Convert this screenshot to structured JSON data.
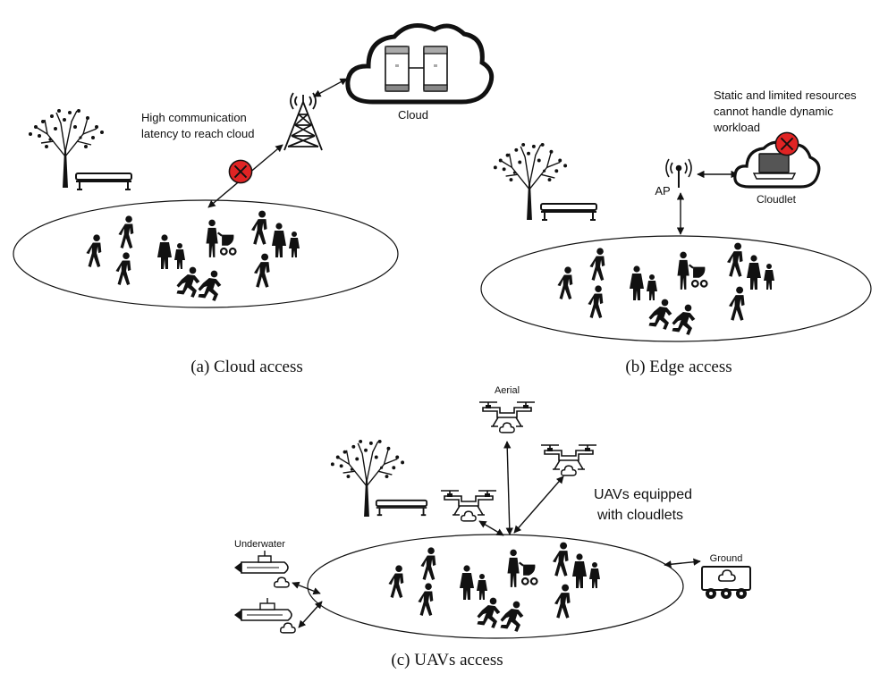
{
  "panels": {
    "cloud": {
      "caption": "(a) Cloud access",
      "cloud_label": "Cloud",
      "latency_line1": "High communication",
      "latency_line2": "latency to reach cloud"
    },
    "edge": {
      "caption": "(b) Edge access",
      "ap_label": "AP",
      "cloudlet_label": "Cloudlet",
      "resources_line1": "Static and limited resources",
      "resources_line2": "cannot handle dynamic",
      "resources_line3": "workload"
    },
    "uav": {
      "caption": "(c) UAVs access",
      "aerial_label": "Aerial",
      "underwater_label": "Underwater",
      "ground_label": "Ground",
      "uav_line1": "UAVs equipped",
      "uav_line2": "with cloudlets"
    }
  },
  "colors": {
    "line": "#111111",
    "error_fill": "#e02424",
    "background": "#ffffff"
  },
  "icons": [
    "tree-icon",
    "bench-icon",
    "pedestrian-icon",
    "server-icon",
    "cell-tower-icon",
    "wifi-ap-icon",
    "laptop-icon",
    "drone-icon",
    "submarine-icon",
    "ground-robot-icon",
    "cloud-icon",
    "error-x-icon"
  ]
}
